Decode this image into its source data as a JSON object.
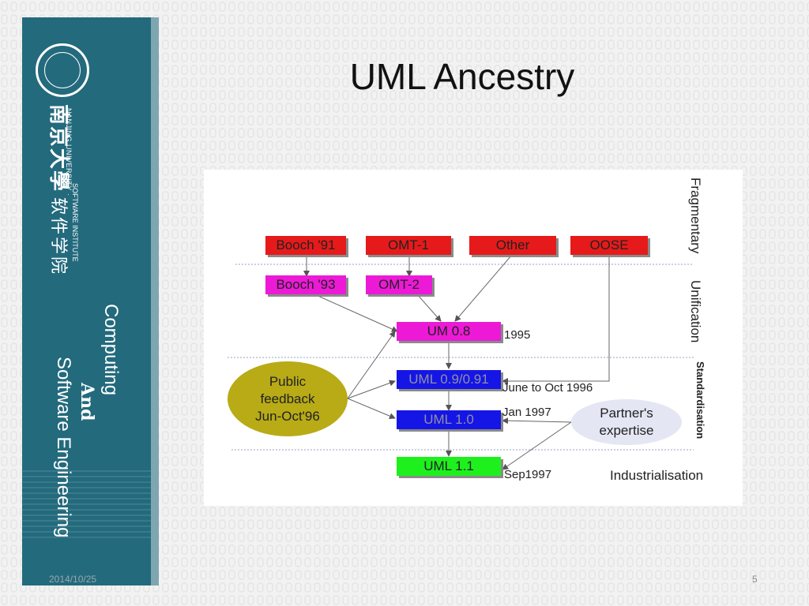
{
  "slide": {
    "title": "UML Ancestry",
    "date": "2014/10/25",
    "page_number": "5"
  },
  "sidebar": {
    "university_cn": "南京大學",
    "university_en": "NANJING UNIVERSITY ·",
    "institute_cn": "软件学院",
    "institute_en": "SOFTWARE INSTITUTE",
    "tagline_1": "Computing",
    "tagline_2": "And",
    "tagline_3": "Software Engineering"
  },
  "diagram": {
    "nodes": {
      "booch91": "Booch '91",
      "omt1": "OMT-1",
      "other": "Other",
      "oose": "OOSE",
      "booch93": "Booch '93",
      "omt2": "OMT-2",
      "um08": "UM 0.8",
      "uml09": "UML 0.9/0.91",
      "uml10": "UML 1.0",
      "uml11": "UML 1.1"
    },
    "public_feedback": [
      "Public",
      "feedback",
      "Jun-Oct'96"
    ],
    "partner_expertise": [
      "Partner's",
      "expertise"
    ],
    "dates": {
      "um08": "1995",
      "uml09": "June to Oct 1996",
      "uml10": "Jan 1997",
      "uml11": "Sep1997"
    },
    "phases": {
      "fragmentary": "Fragmentary",
      "unification": "Unification",
      "standardisation": "Standardisation",
      "industrialisation": "Industrialisation"
    },
    "colors": {
      "fragment": "#e61a1a",
      "unify": "#ec1ad6",
      "standard": "#1515e6",
      "industrial": "#1ef01e",
      "feedback": "#b8ab16",
      "partner": "#e4e6f4"
    }
  }
}
